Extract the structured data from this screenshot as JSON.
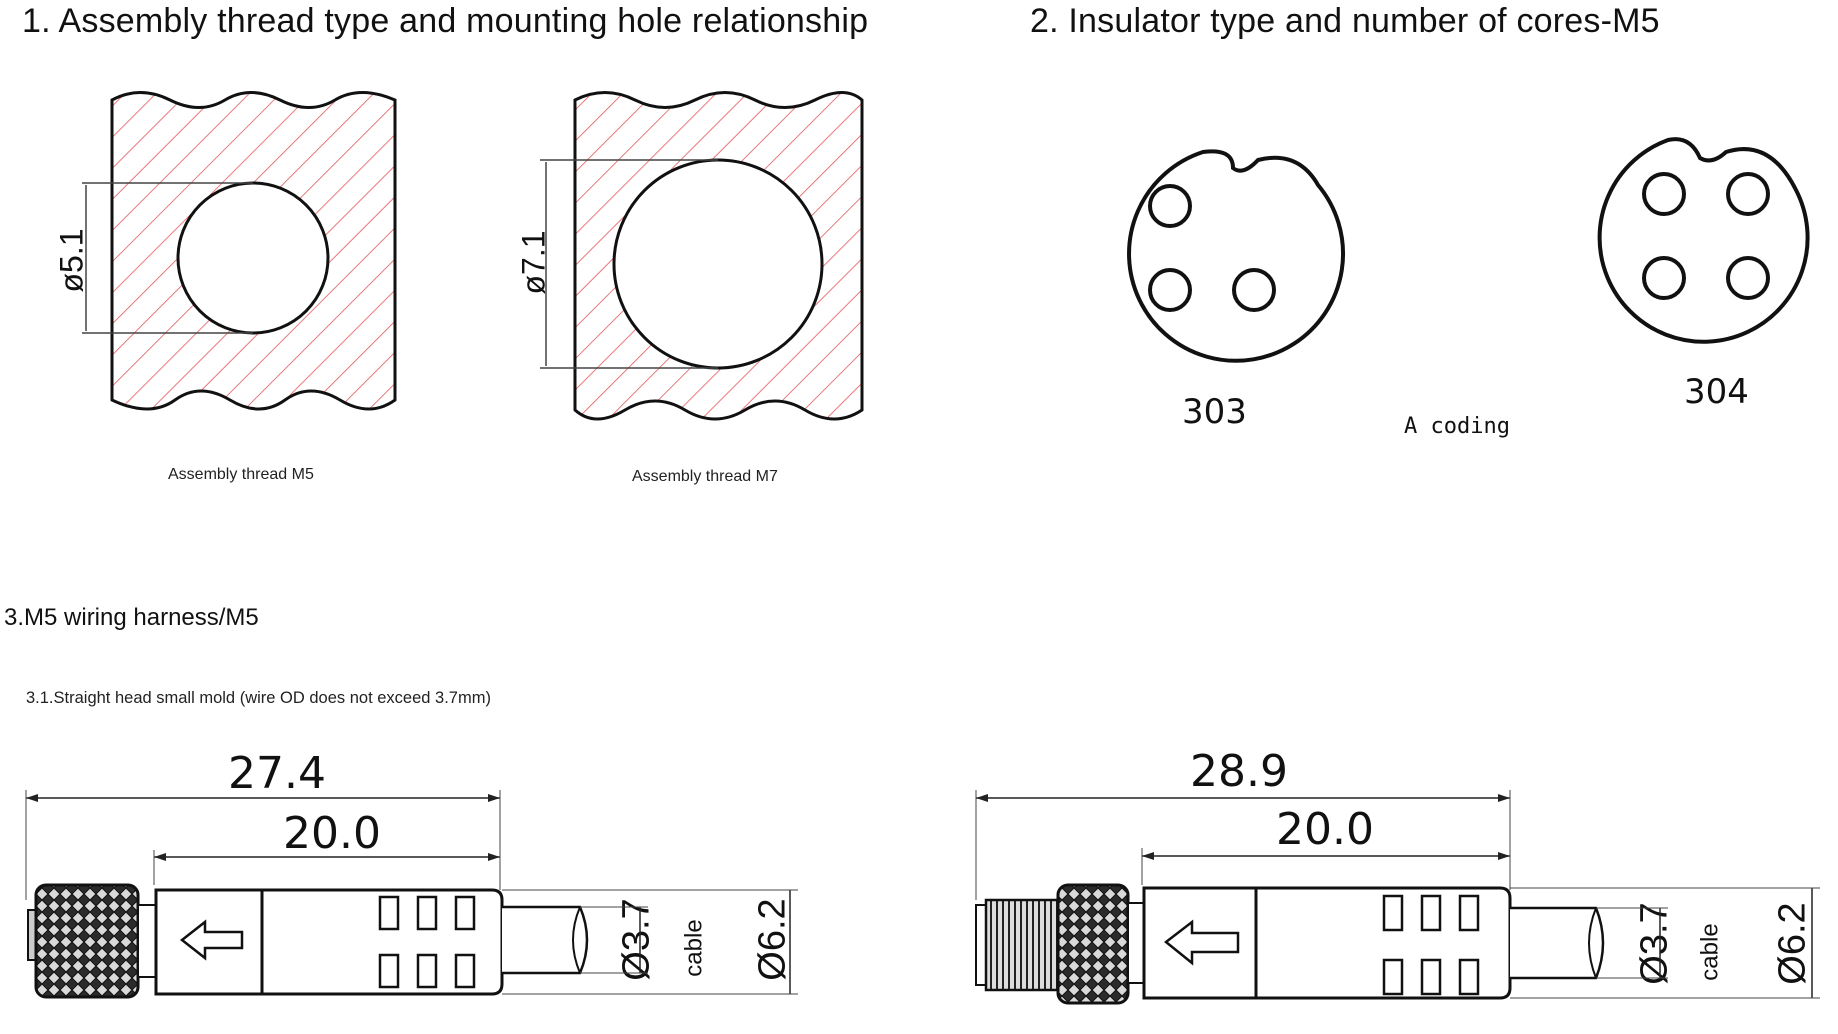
{
  "sections": {
    "s1_title": "1. Assembly thread type and mounting hole relationship",
    "s2_title": "2. Insulator type and number of cores-M5",
    "s3_title": "3.M5 wiring harness/M5",
    "s31_title": "3.1.Straight head small mold (wire OD does not exceed 3.7mm)"
  },
  "threads": [
    {
      "dim": "ø5.1",
      "caption": "Assembly thread M5"
    },
    {
      "dim": "ø7.1",
      "caption": "Assembly thread M7"
    }
  ],
  "insulators": {
    "left_code": "303",
    "right_code": "304",
    "coding": "A coding"
  },
  "harness_left": {
    "overall": "27.4",
    "body": "20.0",
    "cable_dia": "Ø3.7",
    "cable_label": "cable",
    "od": "Ø6.2"
  },
  "harness_right": {
    "overall": "28.9",
    "body": "20.0",
    "cable_dia": "Ø3.7",
    "cable_label": "cable",
    "od": "Ø6.2"
  },
  "colors": {
    "hatch": "#e3585c",
    "line": "#111111"
  }
}
